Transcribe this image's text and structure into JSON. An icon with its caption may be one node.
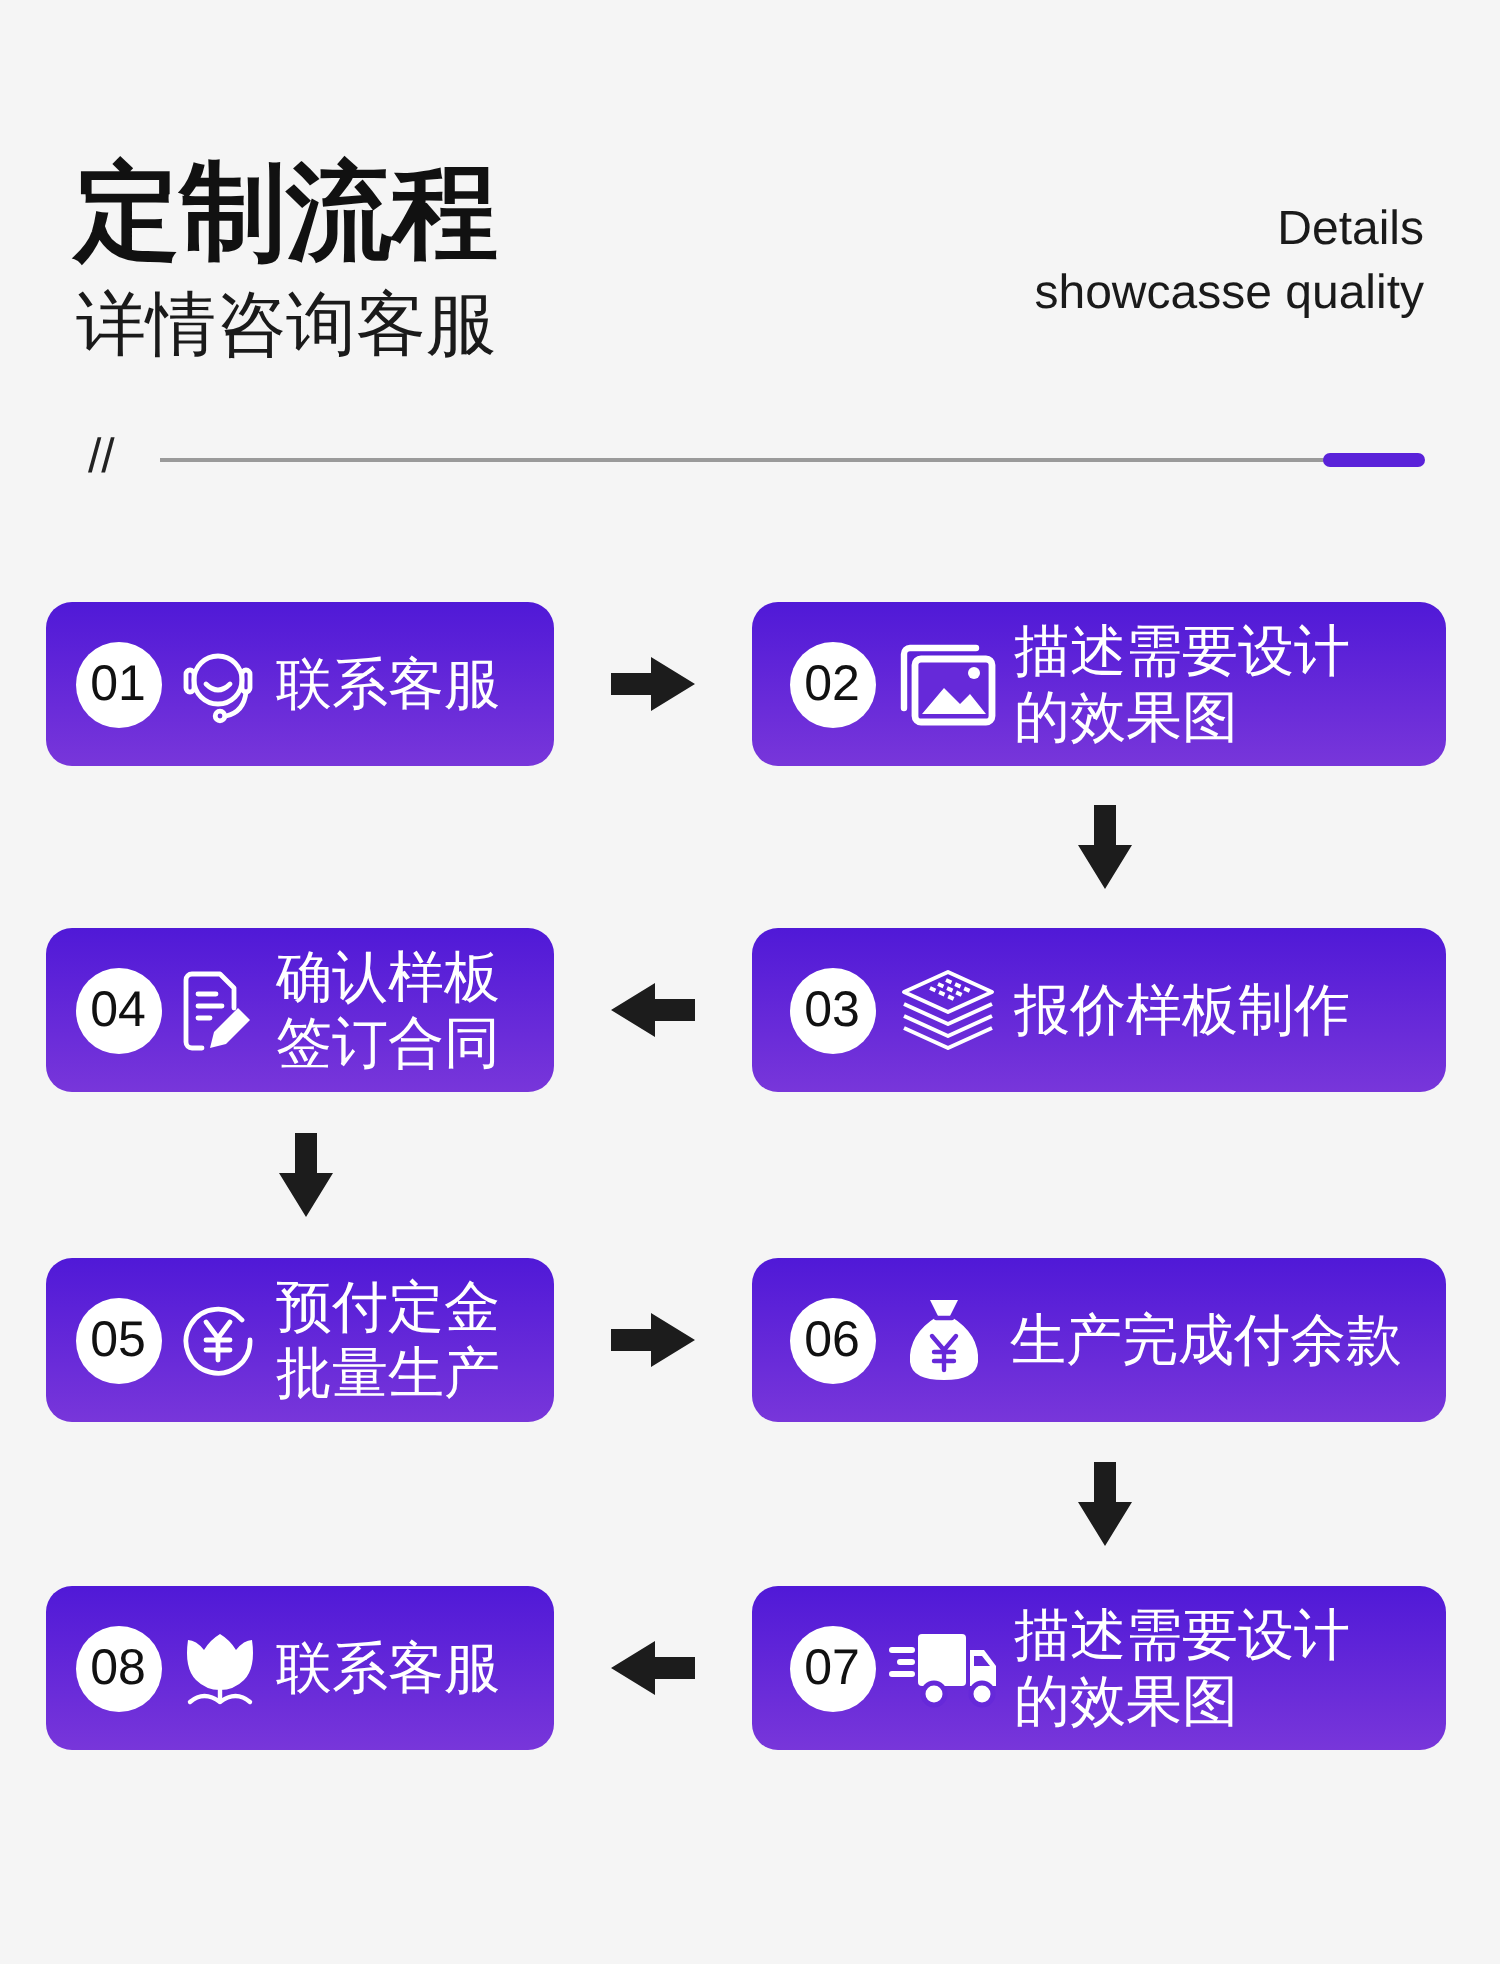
{
  "diagram": {
    "title": "定制流程",
    "nodes": [
      {
        "text": [
          "01",
          "联系客服"
        ]
      },
      {
        "text": [
          "02",
          "描述需要设计的效果图"
        ]
      },
      {
        "text": [
          "03",
          "报价样板制作"
        ]
      },
      {
        "text": [
          "04",
          "确认样板签订合同"
        ]
      },
      {
        "text": [
          "05",
          "预付定金批量生产"
        ]
      },
      {
        "text": [
          "06",
          "生产完成付余款"
        ]
      },
      {
        "text": [
          "07",
          "描述需要设计的效果图"
        ]
      },
      {
        "text": [
          "08",
          "联系客服"
        ]
      }
    ],
    "edges": [
      {
        "from": 0,
        "to": 1,
        "arrow": "to"
      },
      {
        "from": 1,
        "to": 2,
        "arrow": "to"
      },
      {
        "from": 2,
        "to": 3,
        "arrow": "to"
      },
      {
        "from": 3,
        "to": 4,
        "arrow": "to"
      },
      {
        "from": 4,
        "to": 5,
        "arrow": "to"
      },
      {
        "from": 5,
        "to": 6,
        "arrow": "to"
      },
      {
        "from": 6,
        "to": 7,
        "arrow": "to"
      }
    ],
    "labels": [
      "详情咨询客服",
      "Details showcasse quality",
      "//"
    ]
  }
}
